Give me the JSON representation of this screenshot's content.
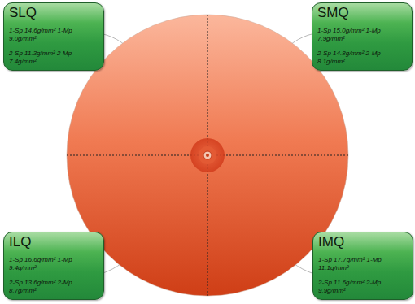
{
  "diagram": {
    "nodes": [
      {
        "text": [
          "SLQ",
          "1-Sp 14.6g/mm² 1-Mp 9.0g/mm²",
          "2-Sp 11.3g/mm² 2-Mp 7.4g/mm²"
        ]
      },
      {
        "text": [
          "SMQ",
          "1-Sp 15.0g/mm² 1-Mp 7.9g/mm²",
          "2-Sp 14.8g/mm² 2-Mp 8.1g/mm²"
        ]
      },
      {
        "text": [
          "ILQ",
          "1-Sp 16.6g/mm² 1-Mp 9.4g/mm²",
          "2-Sp 13.6g/mm² 2-Mp 8.7g/mm²"
        ]
      },
      {
        "text": [
          "IMQ",
          "1-Sp 17.7g/mm² 1-Mp 11.1g/mm²",
          "2-Sp 11.6g/mm² 2-Mp 9.9g/mm²"
        ]
      }
    ]
  }
}
